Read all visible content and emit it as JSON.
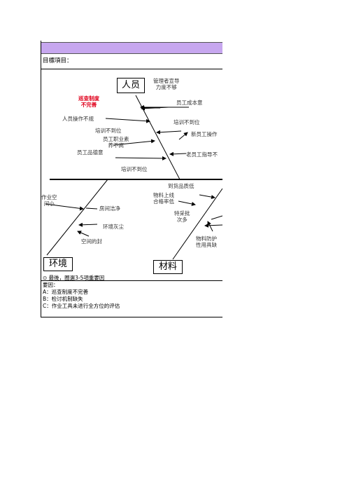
{
  "header": {
    "project_label": "目標項目："
  },
  "categories": {
    "people": "人员",
    "environment": "环境",
    "material": "材料"
  },
  "causes": {
    "management": "管理者宣导\n力度不够",
    "patrol": "巡查制度\n不完善",
    "cost_awareness": "员工成本意",
    "operation_irregular": "人员操作不规",
    "training_top": "培训不到位",
    "new_staff": "新员工操作",
    "training_mid": "培训不到位",
    "professional": "员工职业素\n养不高",
    "quality": "员工品德意",
    "old_staff": "老员工指导不",
    "training_bottom": "培训不到位",
    "work_space": "作业空\n间小",
    "room_clean": "房间洁净",
    "dust": "环境灰尘",
    "sealed_space": "空间的封",
    "arrival_low": "到货品质低",
    "online_rate": "物料上线\n合格率低",
    "special_batch": "特采批\n次多",
    "protection": "物料防护\n性用具缺"
  },
  "footer": {
    "note": "⊙ 最後，圈選3-5項重要因",
    "key_label": "要因：",
    "items": [
      {
        "key": "A：",
        "value": "巡查制度不完善"
      },
      {
        "key": "B：",
        "value": "检讨机制缺失"
      },
      {
        "key": "C：",
        "value": "作业工具未进行全方位的评估"
      }
    ]
  },
  "colors": {
    "header_band": "#c7a7ef",
    "highlight": "#e0001b"
  }
}
